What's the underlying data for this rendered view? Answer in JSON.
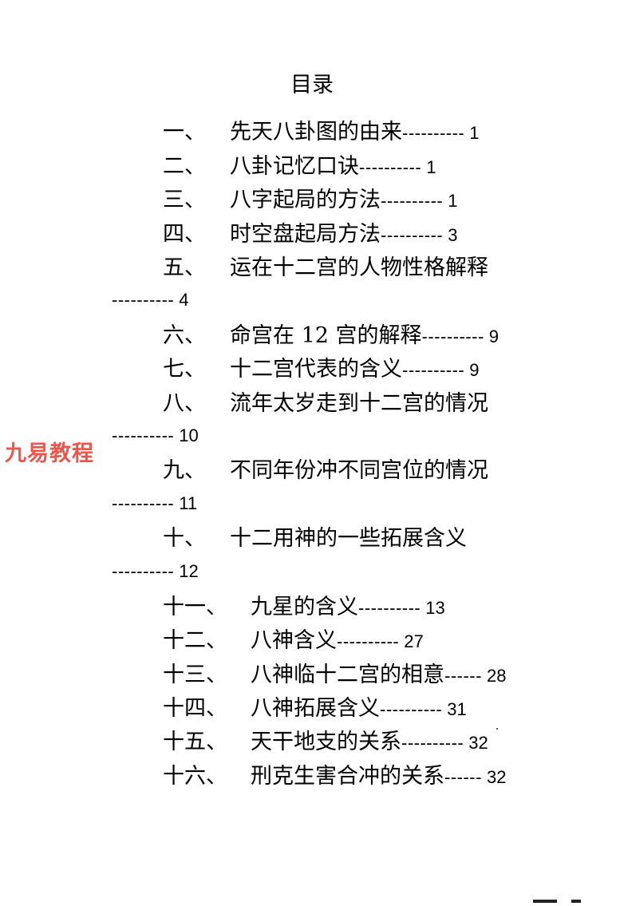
{
  "title": "目录",
  "watermark": "九易教程",
  "entries": [
    {
      "num": "一、",
      "text": "先天八卦图的由来",
      "dashes": "----------",
      "page": "1"
    },
    {
      "num": "二、",
      "text": "八卦记忆口诀",
      "dashes": "----------",
      "page": "1"
    },
    {
      "num": "三、",
      "text": "八字起局的方法",
      "dashes": "----------",
      "page": "1"
    },
    {
      "num": "四、",
      "text": "时空盘起局方法",
      "dashes": "----------",
      "page": "3"
    },
    {
      "num": "五、",
      "text": "运在十二宫的人物性格解释",
      "dashes": "----------",
      "page": "4"
    },
    {
      "num": "六、",
      "text": "命宫在 12 宫的解释",
      "dashes": "----------",
      "page": "9"
    },
    {
      "num": "七、",
      "text": "十二宫代表的含义",
      "dashes": "----------",
      "page": "9"
    },
    {
      "num": "八、",
      "text": "流年太岁走到十二宫的情况",
      "dashes": "----------",
      "page": "10"
    },
    {
      "num": "九、",
      "text": "不同年份冲不同宫位的情况",
      "dashes": "----------",
      "page": "11"
    },
    {
      "num": "十、",
      "text": "十二用神的一些拓展含义",
      "dashes": "----------",
      "page": "12"
    },
    {
      "num": "十一、",
      "text": "九星的含义",
      "dashes": "----------",
      "page": "13"
    },
    {
      "num": "十二、",
      "text": "八神含义",
      "dashes": "----------",
      "page": "27"
    },
    {
      "num": "十三、",
      "text": "八神临十二宫的相意",
      "dashes": "------",
      "page": "28"
    },
    {
      "num": "十四、",
      "text": "八神拓展含义",
      "dashes": "----------",
      "page": "31"
    },
    {
      "num": "十五、",
      "text": "天干地支的关系",
      "dashes": "----------",
      "page": "32"
    },
    {
      "num": "十六、",
      "text": "刑克生害合冲的关系",
      "dashes": "------",
      "page": "32"
    }
  ]
}
